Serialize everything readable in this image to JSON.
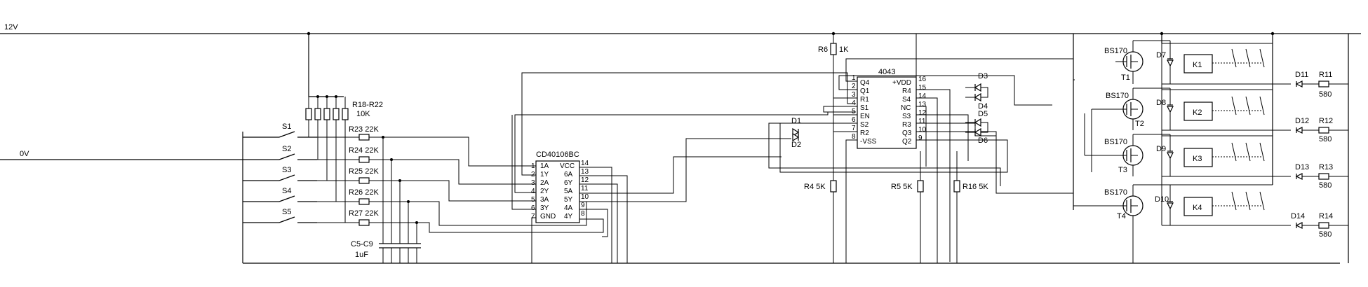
{
  "rails": {
    "supply": "12V",
    "ground": "0V"
  },
  "switches": [
    "S1",
    "S2",
    "S3",
    "S4",
    "S5"
  ],
  "resistors_input": [
    "R23 22K",
    "R24 22K",
    "R25 22K",
    "R26 22K",
    "R27 22K"
  ],
  "resistor_network": {
    "name": "R18-R22",
    "value": "10K"
  },
  "capacitors": {
    "name": "C5-C9",
    "value": "1uF"
  },
  "u1": {
    "name": "CD40106BC",
    "left_nums": [
      "1",
      "2",
      "3",
      "4",
      "5",
      "6",
      "7"
    ],
    "left_labels": [
      "1A",
      "1Y",
      "2A",
      "2Y",
      "3A",
      "3Y",
      "GND"
    ],
    "right_nums": [
      "14",
      "13",
      "12",
      "11",
      "10",
      "9",
      "8"
    ],
    "right_labels": [
      "VCC",
      "6A",
      "6Y",
      "5A",
      "5Y",
      "4A",
      "4Y"
    ]
  },
  "u2": {
    "name": "4043",
    "left_nums": [
      "1",
      "2",
      "3",
      "4",
      "5",
      "6",
      "7",
      "8"
    ],
    "left_labels": [
      "Q4",
      "Q1",
      "R1",
      "S1",
      "EN",
      "S2",
      "R2",
      "-VSS"
    ],
    "right_nums": [
      "16",
      "15",
      "14",
      "13",
      "12",
      "11",
      "10",
      "9"
    ],
    "right_labels": [
      "+VDD",
      "R4",
      "S4",
      "NC",
      "S3",
      "R3",
      "Q3",
      "Q2"
    ]
  },
  "r6": {
    "name": "R6",
    "value": "1K"
  },
  "pulldowns": [
    "R4 5K",
    "R5 5K",
    "R16 5K"
  ],
  "diodes_logic": [
    "D1",
    "D2",
    "D3",
    "D4",
    "D5",
    "D6"
  ],
  "transistors": [
    {
      "model": "BS170",
      "ref": "T1"
    },
    {
      "model": "BS170",
      "ref": "T2"
    },
    {
      "model": "BS170",
      "ref": "T3"
    },
    {
      "model": "BS170",
      "ref": "T4"
    }
  ],
  "flyback_diodes": [
    "D7",
    "D8",
    "D9",
    "D10"
  ],
  "relays": [
    "K1",
    "K2",
    "K3",
    "K4"
  ],
  "indicator_diodes": [
    "D11",
    "D12",
    "D13",
    "D14"
  ],
  "indicator_resistors": [
    {
      "name": "R11",
      "value": "580"
    },
    {
      "name": "R12",
      "value": "580"
    },
    {
      "name": "R13",
      "value": "580"
    },
    {
      "name": "R14",
      "value": "580"
    }
  ]
}
